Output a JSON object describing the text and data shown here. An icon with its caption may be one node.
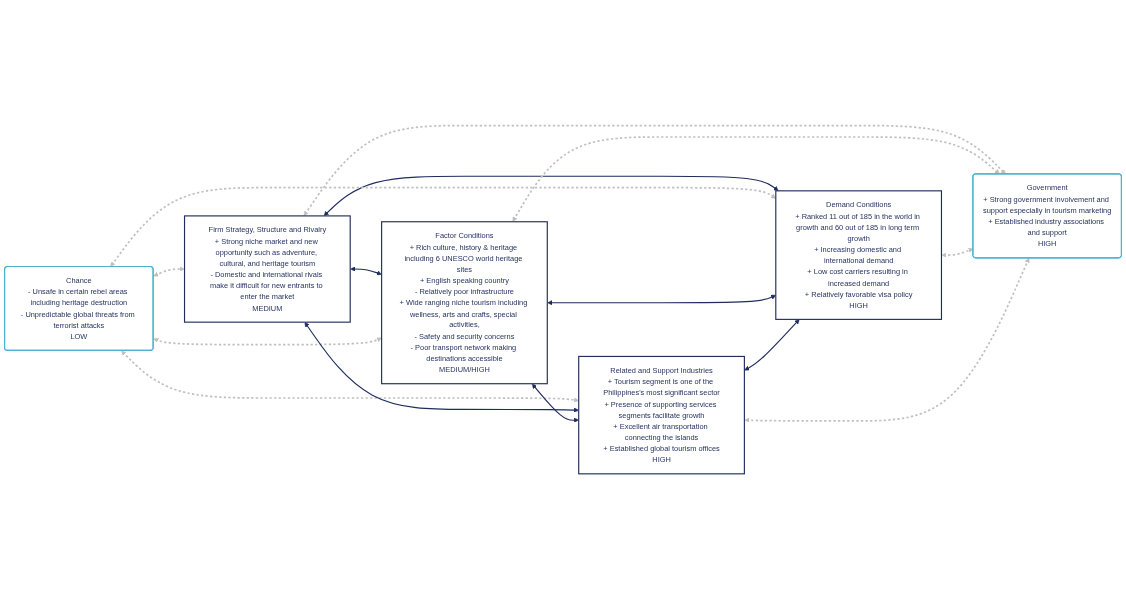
{
  "diagram": {
    "nodes": [
      {
        "text": [
          "Chance",
          "- Unsafe in certain rebel areas including heritage destruction",
          "- Unpredictable global threats from terrorist attacks",
          "LOW"
        ]
      },
      {
        "text": [
          "Firm Strategy, Structure and Rivalry",
          "+ Strong niche market and new opportunity such as adventure, cultural, and heritage tourism",
          "- Domestic and international rivals make it difficult for new entrants to enter the market",
          "MEDIUM"
        ]
      },
      {
        "text": [
          "Factor Conditions",
          "+ Rich culture, history & heritage including 6 UNESCO world heritage sites",
          "+ English speaking country",
          "- Relatively poor infrastructure",
          "+ Wide ranging niche tourism including wellness, arts and crafts, special activities,",
          "- Safety and security concerns",
          "- Poor transport network making destinations accessible",
          "MEDIUM/HIGH"
        ]
      },
      {
        "text": [
          "Demand Conditions",
          "+ Ranked 11 out of 185 in the world in growth and 60 out of 185 in long term growth",
          "+ Increasing domestic and international demand",
          "+ Low cost carriers resulting in increased demand",
          "+ Relatively favorable visa policy",
          "HIGH"
        ]
      },
      {
        "text": [
          "Related and Support Industries",
          "+ Tourism segment is one of the Philippines's most significant sector",
          "+ Presence of supporting services segments facilitate growth",
          "+ Excellent air transportation connecting the islands",
          "+ Established global tourism offices",
          "HIGH"
        ]
      },
      {
        "text": [
          "Government",
          "+ Strong government involvement and support especially in tourism marketing",
          "+ Established industry associations and support",
          "HIGH"
        ]
      }
    ],
    "edges": [
      {
        "from": 0,
        "to": 1,
        "arrow": "both",
        "style": "dashed"
      },
      {
        "from": 1,
        "to": 2,
        "arrow": "both",
        "color": "#1f2d5c"
      },
      {
        "from": 1,
        "to": 3,
        "arrow": "both",
        "color": "#1f2d5c"
      },
      {
        "from": 0,
        "to": 2,
        "arrow": "both",
        "style": "dashed"
      },
      {
        "from": 0,
        "to": 3,
        "arrow": "both",
        "style": "dashed"
      },
      {
        "from": 0,
        "to": 4,
        "arrow": "both",
        "style": "dashed"
      },
      {
        "from": 1,
        "to": 4,
        "arrow": "both",
        "color": "#1f2d5c"
      },
      {
        "from": 1,
        "to": 5,
        "arrow": "both",
        "style": "dashed"
      },
      {
        "from": 2,
        "to": 3,
        "arrow": "both",
        "color": "#1f2d5c"
      },
      {
        "from": 2,
        "to": 5,
        "arrow": "both",
        "style": "dashed"
      },
      {
        "from": 2,
        "to": 4,
        "arrow": "both",
        "color": "#1f2d5c"
      },
      {
        "from": 4,
        "to": 3,
        "arrow": "both",
        "color": "#1f2d5c"
      },
      {
        "from": 3,
        "to": 5,
        "arrow": "both",
        "style": "dashed"
      },
      {
        "from": 4,
        "to": 5,
        "arrow": "both",
        "style": "dashed"
      }
    ]
  }
}
